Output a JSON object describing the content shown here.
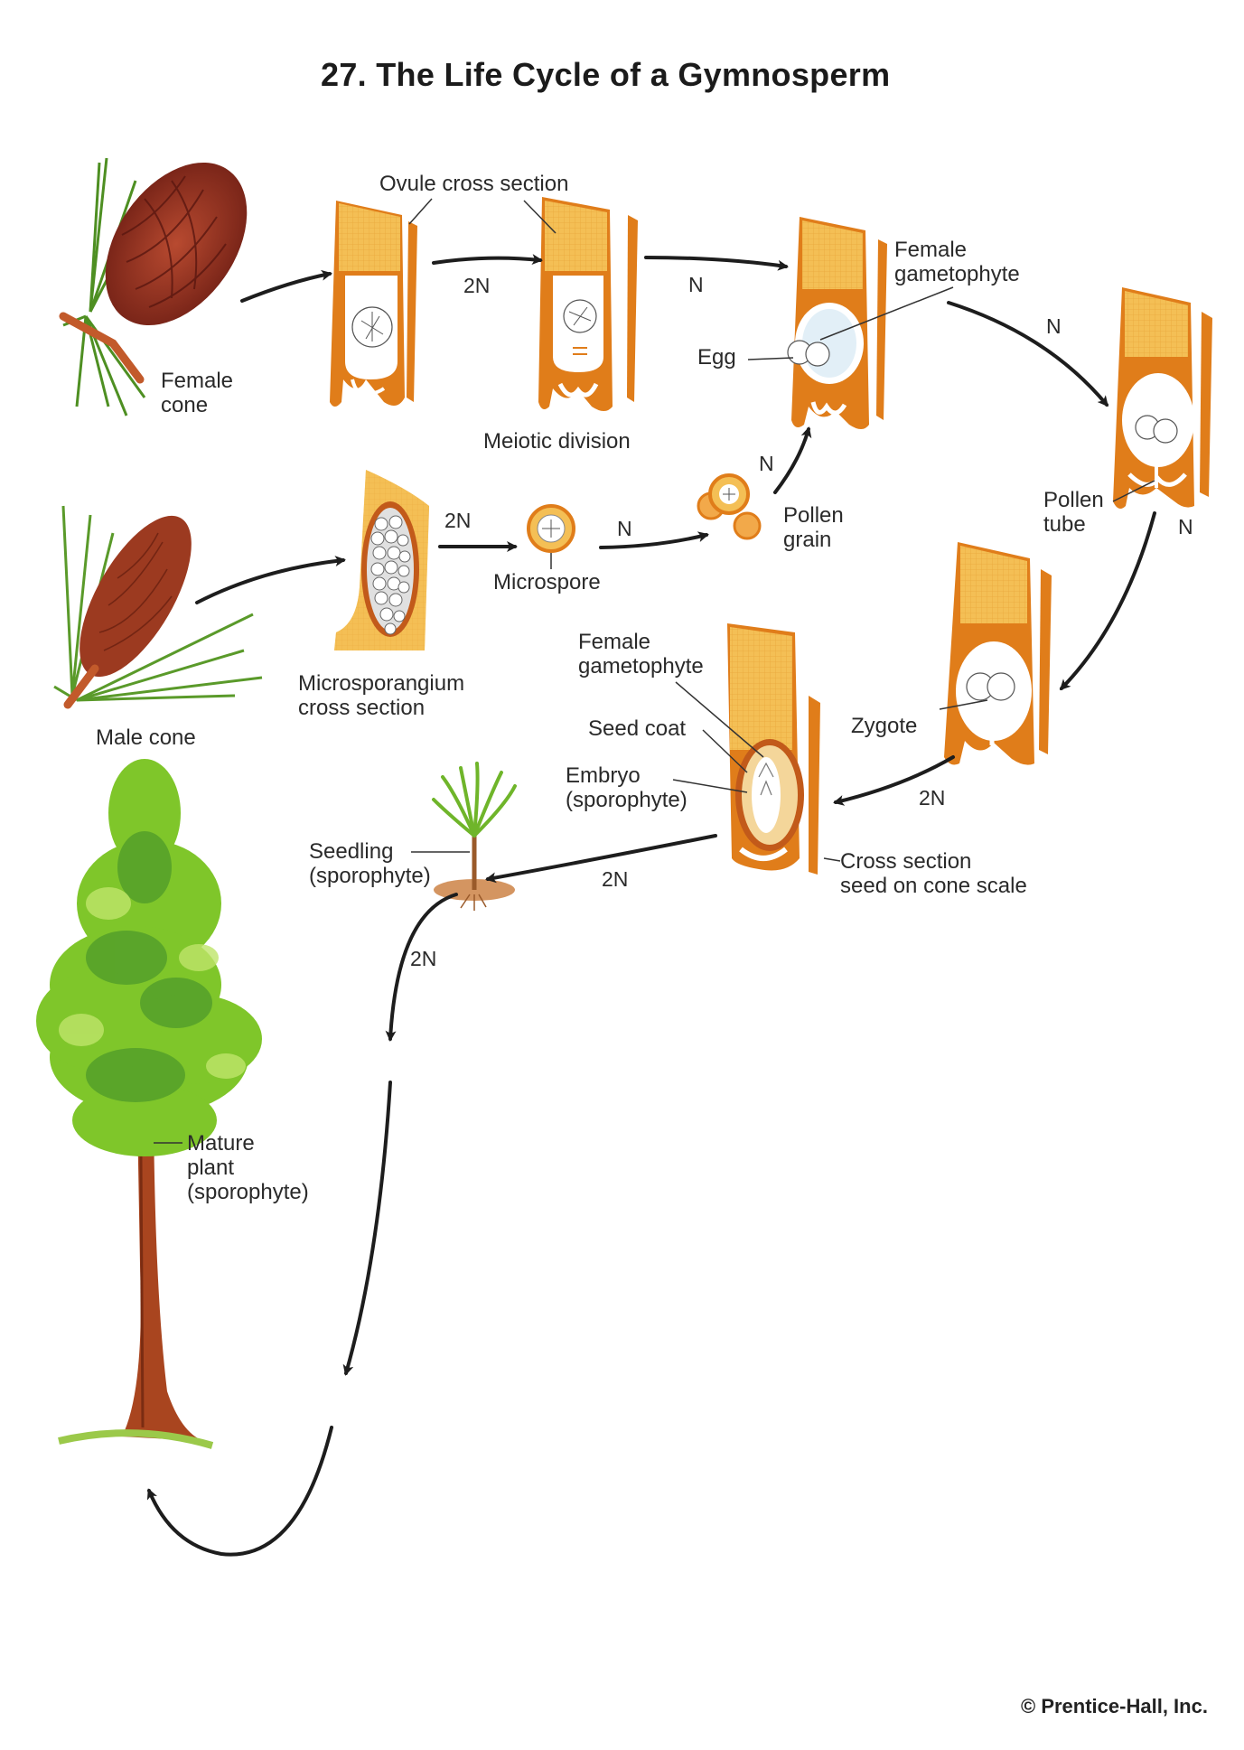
{
  "title": "27.   The Life Cycle of a Gymnosperm",
  "labels": {
    "female_cone": [
      "Female",
      "cone"
    ],
    "male_cone": "Male cone",
    "ovule_cross_section": "Ovule cross section",
    "meiotic_division": "Meiotic division",
    "female_gametophyte_top": [
      "Female",
      "gametophyte"
    ],
    "egg": "Egg",
    "pollen_tube": [
      "Pollen",
      "tube"
    ],
    "microsporangium": [
      "Microsporangium",
      "cross section"
    ],
    "microspore": "Microspore",
    "pollen_grain": [
      "Pollen",
      "grain"
    ],
    "zygote": "Zygote",
    "female_gametophyte_seed": [
      "Female",
      "gametophyte"
    ],
    "seed_coat": "Seed coat",
    "embryo": [
      "Embryo",
      "(sporophyte)"
    ],
    "cross_section_seed": [
      "Cross section",
      "seed on cone scale"
    ],
    "seedling": [
      "Seedling",
      "(sporophyte)"
    ],
    "mature_plant": [
      "Mature",
      "plant",
      "(sporophyte)"
    ]
  },
  "ploidy": {
    "ovule_to_meiosis": "2N",
    "meiosis_to_gametophyte": "N",
    "gametophyte_to_pollinated": "N",
    "pollinated_to_zygote": "N",
    "micro_to_microspore": "2N",
    "microspore_to_pollen": "N",
    "pollen_to_gametophyte": "N",
    "zygote_to_seed": "2N",
    "seed_to_seedling": "2N",
    "seedling_to_plant": "2N"
  },
  "copyright": "© Prentice-Hall, Inc.",
  "colors": {
    "scale_orange": "#e07d1a",
    "scale_tan": "#f2b64a",
    "cone_brown": "#8b2a1c",
    "needle_green": "#5a9a2a",
    "foliage_green": "#7fc62a",
    "trunk_brown": "#a9451f",
    "arrow": "#1d1d1d"
  }
}
